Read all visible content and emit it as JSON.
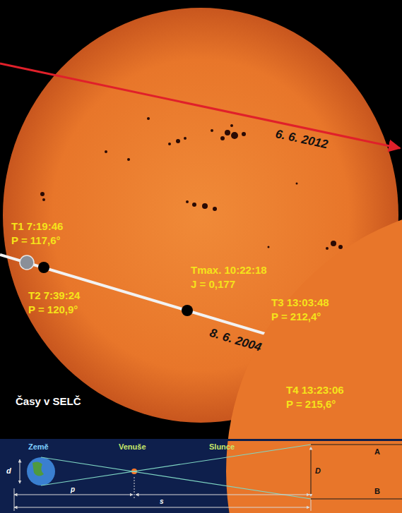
{
  "diagram": {
    "labels": [
      "6. 6. 2012",
      "T1 7:19:46",
      "P = 117,6°",
      "T2 7:39:24",
      "P = 120,9°",
      "Tmax. 10:22:18",
      "J = 0,177",
      "T3 13:03:48",
      "P = 212,4°",
      "8. 6. 2004",
      "T4 13:23:06",
      "P = 215,6°",
      "Časy v SELČ",
      "Země",
      "Venuše",
      "Slunce",
      "d",
      "A",
      "D",
      "B",
      "p",
      "s"
    ]
  }
}
